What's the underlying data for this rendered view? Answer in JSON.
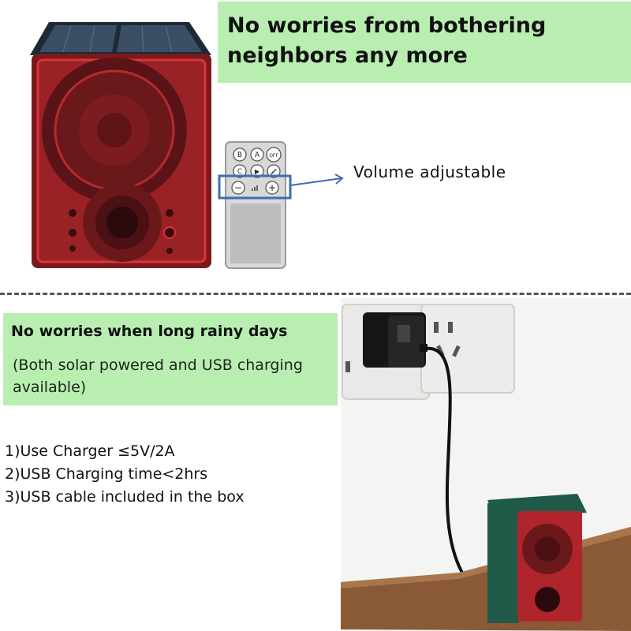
{
  "headline_top": "No worries from bothering neighbors any more",
  "callout": "Volume adjustable",
  "remote_buttons": [
    "B",
    "A",
    "OFF",
    "C",
    "▶",
    "🎤",
    "−",
    "+"
  ],
  "headline_mid": "No worries when long rainy days",
  "headline_mid_sub": "(Both solar powered and USB charging available)",
  "notes": [
    "1)Use Charger ≤5V/2A",
    "2)USB Charging time<2hrs",
    "3)USB cable included in the box"
  ],
  "colors": {
    "banner": "#b8efb0",
    "device_red": "#c0262c",
    "device_green": "#1f5a48",
    "callout_box": "#3a6fb0"
  }
}
